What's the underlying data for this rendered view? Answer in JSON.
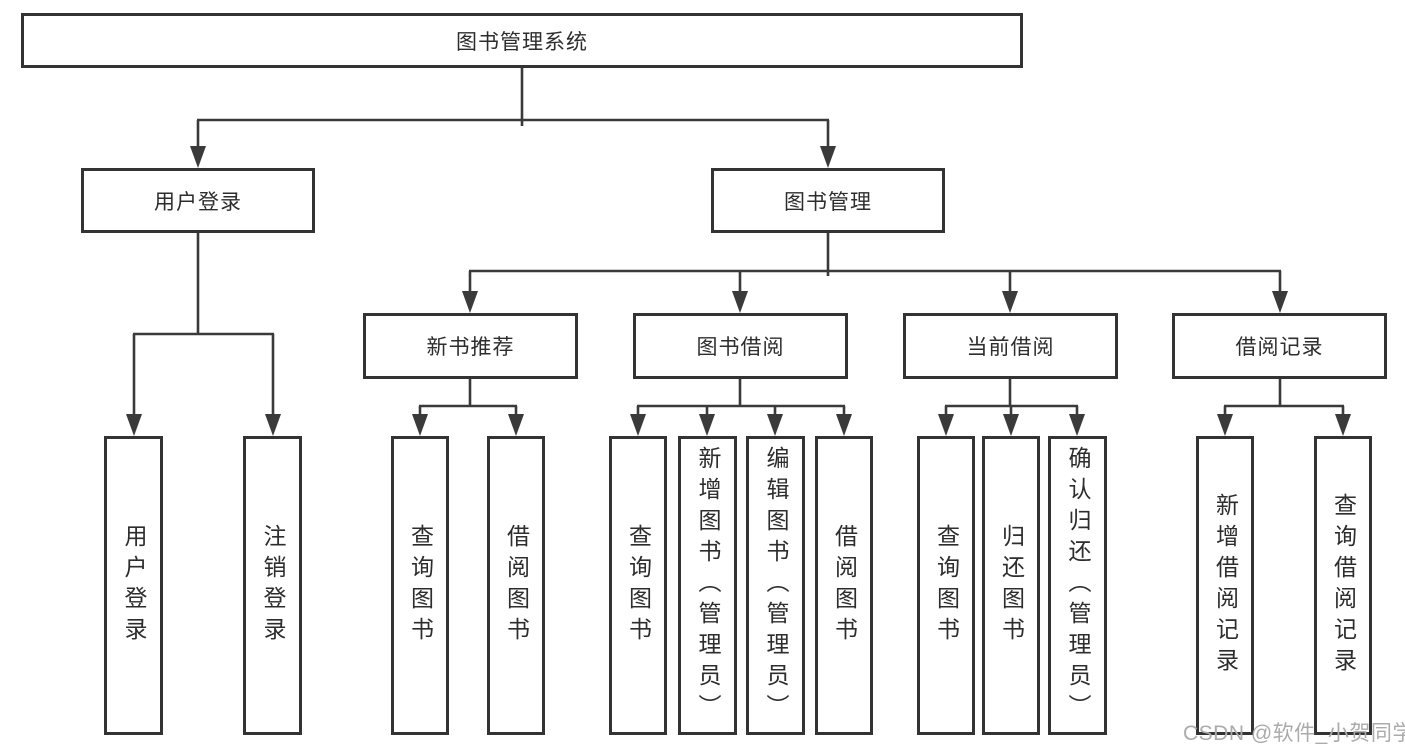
{
  "diagram": {
    "title": {
      "label": "图书管理系统"
    },
    "level2": {
      "user_login": {
        "label": "用户登录"
      },
      "book_management": {
        "label": "图书管理"
      }
    },
    "level3": {
      "new_book_recommend": {
        "label": "新书推荐"
      },
      "book_borrow": {
        "label": "图书借阅"
      },
      "current_borrow": {
        "label": "当前借阅"
      },
      "borrow_records": {
        "label": "借阅记录"
      }
    },
    "leaves": {
      "user_login": {
        "label": "用户登录"
      },
      "logout": {
        "label": "注销登录"
      },
      "recommend_query_books": {
        "label": "查询图书"
      },
      "recommend_borrow_books": {
        "label": "借阅图书"
      },
      "borrow_query_books": {
        "label": "查询图书"
      },
      "add_book_admin": {
        "label": "新增图书（管理员）"
      },
      "edit_book_admin": {
        "label": "编辑图书（管理员）"
      },
      "borrow_borrow_books": {
        "label": "借阅图书"
      },
      "current_query_books": {
        "label": "查询图书"
      },
      "return_books": {
        "label": "归还图书"
      },
      "confirm_return_admin": {
        "label": "确认归还（管理员）"
      },
      "add_borrow_record": {
        "label": "新增借阅记录"
      },
      "query_borrow_record": {
        "label": "查询借阅记录"
      }
    },
    "watermark": "CSDN @软件_小贺同学",
    "colors": {
      "line": "#3a3a3a",
      "border": "#333333",
      "text": "#2d2d2d",
      "watermark": "#ababab"
    }
  }
}
